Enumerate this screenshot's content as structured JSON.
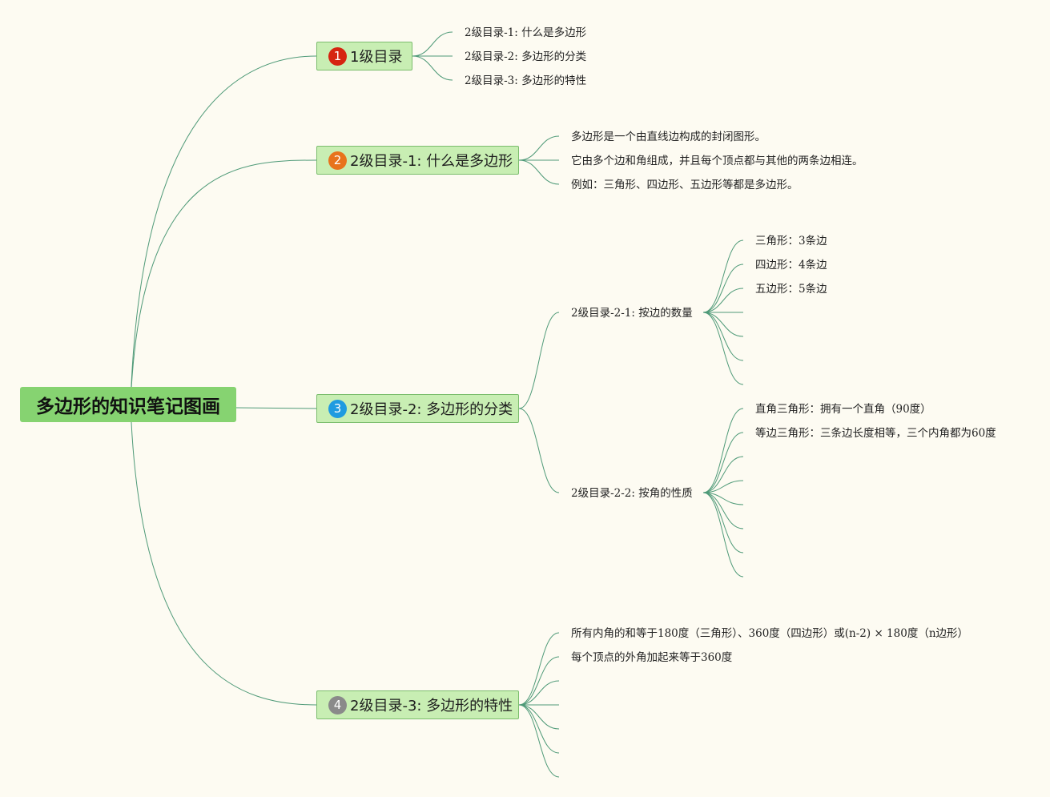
{
  "root": {
    "label": "多边形的知识笔记图画"
  },
  "topics": [
    {
      "badge": "1",
      "badge_color": "#d62410",
      "label": "1级目录",
      "children": [
        "2级目录-1: 什么是多边形",
        "2级目录-2: 多边形的分类",
        "2级目录-3: 多边形的特性"
      ]
    },
    {
      "badge": "2",
      "badge_color": "#e8731c",
      "label": "2级目录-1: 什么是多边形",
      "children": [
        "多边形是一个由直线边构成的封闭图形。",
        "它由多个边和角组成，并且每个顶点都与其他的两条边相连。",
        "例如：三角形、四边形、五边形等都是多边形。"
      ]
    },
    {
      "badge": "3",
      "badge_color": "#1f9be0",
      "label": "2级目录-2: 多边形的分类",
      "subtopics": [
        {
          "label": "2级目录-2-1: 按边的数量",
          "children": [
            "三角形：3条边",
            "四边形：4条边",
            "五边形：5条边"
          ]
        },
        {
          "label": "2级目录-2-2: 按角的性质",
          "children": [
            "直角三角形：拥有一个直角（90度）",
            "等边三角形：三条边长度相等，三个内角都为60度"
          ]
        }
      ]
    },
    {
      "badge": "4",
      "badge_color": "#8a8a8a",
      "label": "2级目录-3: 多边形的特性",
      "children": [
        "所有内角的和等于180度（三角形）、360度（四边形）或(n-2) × 180度（n边形）",
        "每个顶点的外角加起来等于360度"
      ]
    }
  ],
  "colors": {
    "line": "#4f9a78",
    "topic_fill": "#c8eeb3",
    "topic_border": "#7bbd6d",
    "root_fill": "#86d371",
    "background": "#fdfbf2"
  }
}
